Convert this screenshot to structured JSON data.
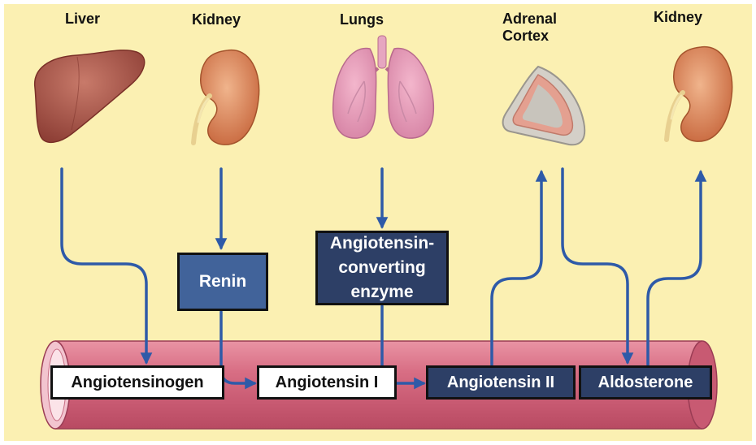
{
  "organs": {
    "liver": "Liver",
    "kidney_left": "Kidney",
    "lungs": "Lungs",
    "adrenal_line1": "Adrenal",
    "adrenal_line2": "Cortex",
    "kidney_right": "Kidney"
  },
  "enzymes": {
    "renin": "Renin",
    "ace_line1": "Angiotensin-",
    "ace_line2": "converting",
    "ace_line3": "enzyme"
  },
  "substances": {
    "angiotensinogen": "Angiotensinogen",
    "angiotensin_1": "Angiotensin I",
    "angiotensin_2": "Angiotensin II",
    "aldosterone": "Aldosterone"
  },
  "colors": {
    "background": "#fbf0b2",
    "arrow": "#2e5aa8",
    "vessel": "#d86e84",
    "dark_box": "#2d3f66",
    "medium_box": "#41639a"
  }
}
